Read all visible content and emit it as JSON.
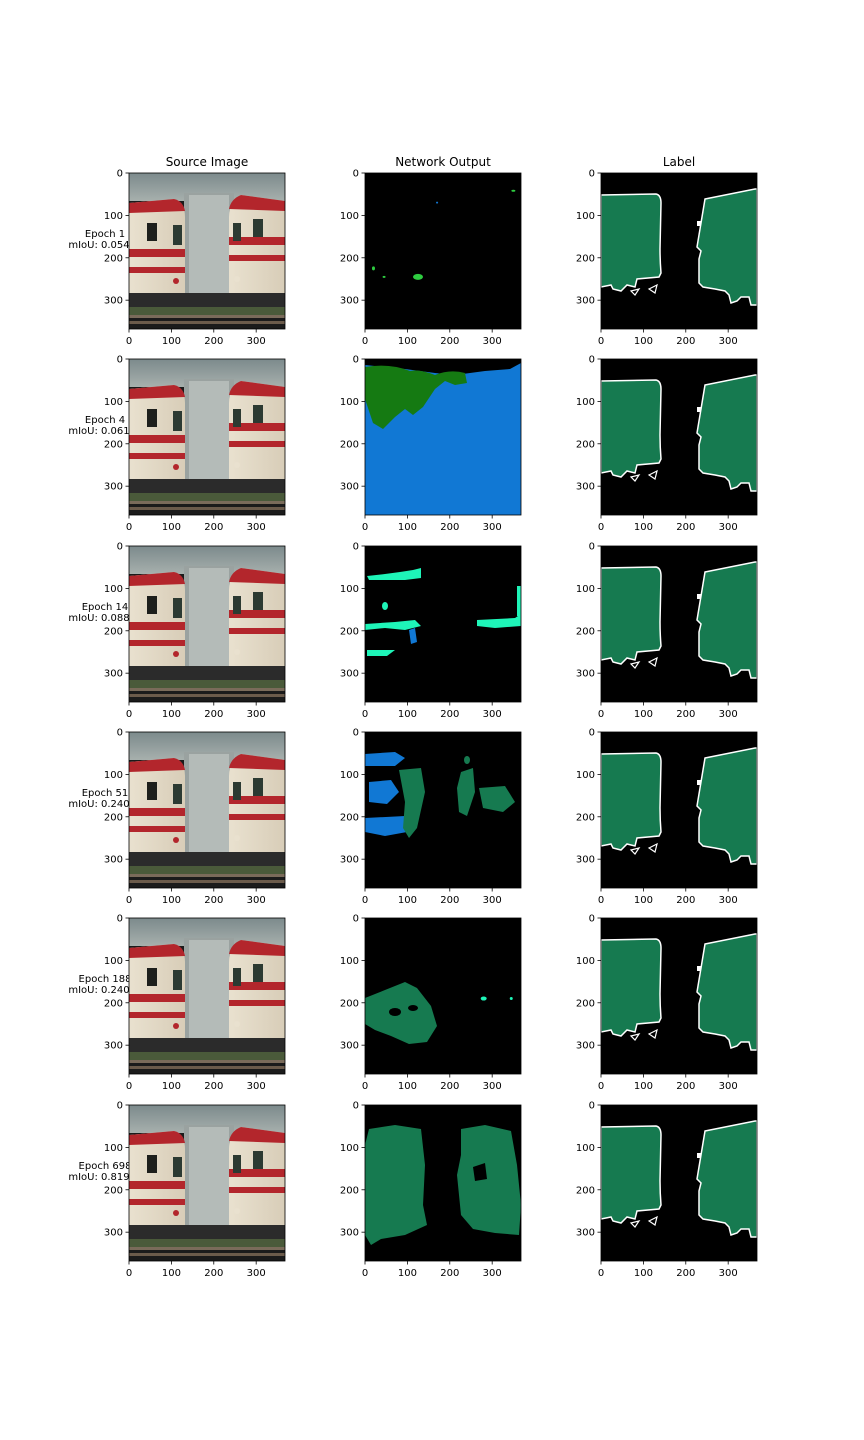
{
  "chart_data": {
    "type": "image-grid",
    "columns": [
      "Source Image",
      "Network Output",
      "Label"
    ],
    "rows": [
      {
        "epoch": "Epoch 1",
        "miou": "mIoU: 0.054"
      },
      {
        "epoch": "Epoch 4",
        "miou": "mIoU: 0.061"
      },
      {
        "epoch": "Epoch 14",
        "miou": "mIoU: 0.088"
      },
      {
        "epoch": "Epoch 51",
        "miou": "mIoU: 0.240"
      },
      {
        "epoch": "Epoch 188",
        "miou": "mIoU: 0.240"
      },
      {
        "epoch": "Epoch 698",
        "miou": "mIoU: 0.819"
      }
    ],
    "x_ticks": [
      0,
      100,
      200,
      300
    ],
    "y_ticks": [
      0,
      100,
      200,
      300
    ],
    "image_extent": [
      0,
      368
    ],
    "colors": {
      "background": "#000000",
      "label_class": "#167a50",
      "label_outline": "#ffffff",
      "blue_class": "#1178d4",
      "green_class": "#157a12",
      "cyan_class": "#1ef5b8",
      "bright_green": "#2ecc40"
    }
  }
}
